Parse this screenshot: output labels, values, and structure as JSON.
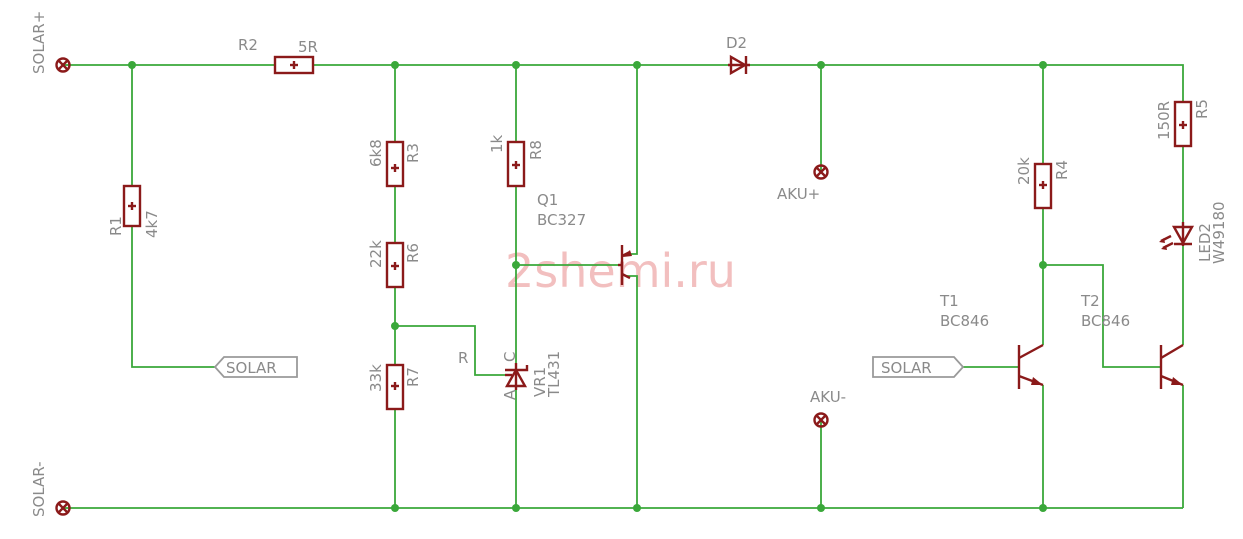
{
  "terminals": {
    "solar_plus": "SOLAR+",
    "solar_minus": "SOLAR-",
    "aku_plus": "AKU+",
    "aku_minus": "AKU-"
  },
  "net_labels": {
    "solar_left": "SOLAR",
    "solar_right": "SOLAR"
  },
  "components": {
    "r1": {
      "name": "R1",
      "value": "4k7"
    },
    "r2": {
      "name": "R2",
      "value": "5R"
    },
    "r3": {
      "name": "R3",
      "value": "6k8"
    },
    "r4": {
      "name": "R4",
      "value": "20k"
    },
    "r5": {
      "name": "R5",
      "value": "150R"
    },
    "r6": {
      "name": "R6",
      "value": "22k"
    },
    "r7": {
      "name": "R7",
      "value": "33k"
    },
    "r8": {
      "name": "R8",
      "value": "1k"
    },
    "d2": {
      "name": "D2"
    },
    "q1": {
      "name": "Q1",
      "value": "BC327"
    },
    "vr1": {
      "name": "VR1",
      "value": "TL431",
      "pin_r": "R",
      "pin_a": "A",
      "pin_c": "C"
    },
    "t1": {
      "name": "T1",
      "value": "BC846"
    },
    "t2": {
      "name": "T2",
      "value": "BC846"
    },
    "led2": {
      "name": "LED2",
      "value": "W49180"
    }
  },
  "watermark": "2shemi.ru",
  "colors": {
    "wire": "#3aa83a",
    "component": "#8b1a1a",
    "label": "#8a8a8a",
    "watermark": "#f0b4b4"
  }
}
